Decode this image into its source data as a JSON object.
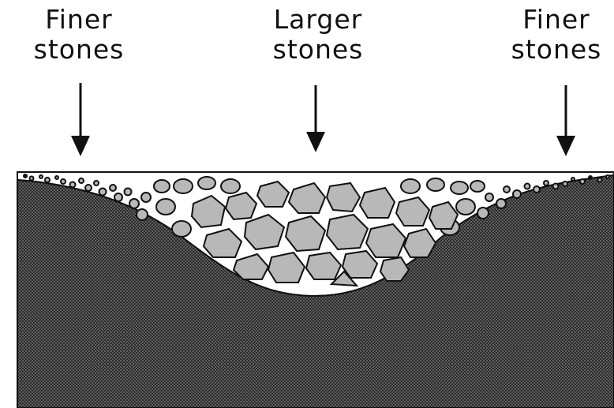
{
  "labels": {
    "left": {
      "line1": "Finer",
      "line2": "stones"
    },
    "center": {
      "line1": "Larger",
      "line2": "stones"
    },
    "right": {
      "line1": "Finer",
      "line2": "stones"
    }
  },
  "colors": {
    "ground": "#3a3a3a",
    "stone_fill": "#b8b8b8",
    "outline": "#111111",
    "background": "#ffffff"
  }
}
